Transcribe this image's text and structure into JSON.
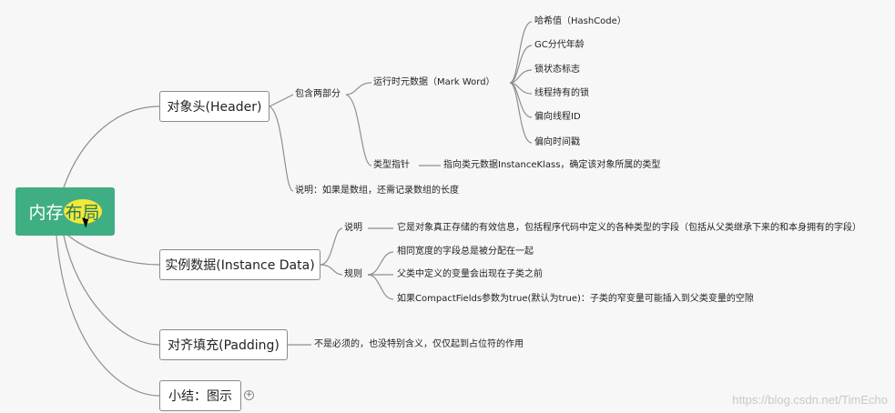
{
  "root": {
    "pre": "内存",
    "hl": "布局"
  },
  "nodes": {
    "header": "对象头(Header)",
    "instance": "实例数据(Instance Data)",
    "padding": "对齐填充(Padding)",
    "summary": "小结：图示"
  },
  "header": {
    "contains": "包含两部分",
    "mark_word": "运行时元数据（Mark Word）",
    "mark_items": [
      "哈希值（HashCode）",
      "GC分代年龄",
      "锁状态标志",
      "线程持有的锁",
      "偏向线程ID",
      "偏向时间戳"
    ],
    "type_ptr": "类型指针",
    "type_ptr_desc": "指向类元数据InstanceKlass，确定该对象所属的类型",
    "note": "说明：如果是数组，还需记录数组的长度"
  },
  "instance": {
    "desc_label": "说明",
    "desc_text": "它是对象真正存储的有效信息，包括程序代码中定义的各种类型的字段（包括从父类继承下来的和本身拥有的字段）",
    "rules_label": "规则",
    "rules": [
      "相同宽度的字段总是被分配在一起",
      "父类中定义的变量会出现在子类之前",
      "如果CompactFields参数为true(默认为true)：子类的窄变量可能插入到父类变量的空隙"
    ]
  },
  "padding_text": "不是必须的，也没特别含义，仅仅起到占位符的作用",
  "watermark": "https://blog.csdn.net/TimEcho",
  "colors": {
    "root_bg": "#3fae83",
    "highlight": "#f2e83a",
    "line": "#8f8f8f",
    "bg": "#f7f7f7"
  }
}
